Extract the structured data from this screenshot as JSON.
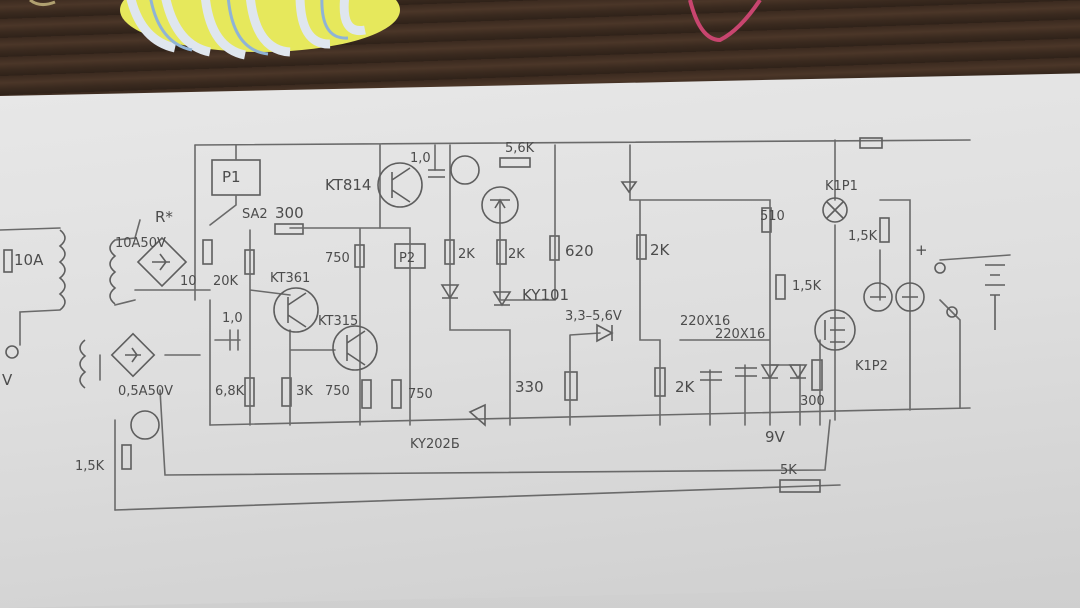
{
  "labels": {
    "fuse_left": "10A",
    "bridge_main": "10A50V",
    "r_star": "R*",
    "relay_p1": "P1",
    "sa2": "SA2",
    "r300": "300",
    "kt814": "KT814",
    "c10": "1,0",
    "r56k": "5,6K",
    "r10": "10",
    "r20k": "20K",
    "kt361": "KT361",
    "r750a": "750",
    "relay_p2": "P2",
    "r2k_a": "2K",
    "r2k_b": "2K",
    "r620": "620",
    "r2k_c": "2K",
    "r510": "510",
    "k1p1": "K1P1",
    "r15k_top": "1,5K",
    "plus": "+",
    "c10_low": "1,0",
    "kt315": "KT315",
    "ky101": "KY101",
    "zener": "3,3–5,6V",
    "c20x16": "220X16",
    "c220x16": "220X16",
    "r15k_mid": "1,5K",
    "bridge_small": "0,5A50V",
    "r68k": "6,8K",
    "r3k": "3K",
    "r750b": "750",
    "r750c": "750",
    "r330": "330",
    "r2k_d": "2K",
    "r300b": "300",
    "k1p2": "K1P2",
    "ky202": "KY202Б",
    "v9": "9V",
    "r15k_low": "1,5K",
    "r5k": "5K",
    "left_v": "V"
  },
  "colors": {
    "paper": "#e0e0e0",
    "ink": "#5e5e5e",
    "wood": "#3b2a1f"
  }
}
